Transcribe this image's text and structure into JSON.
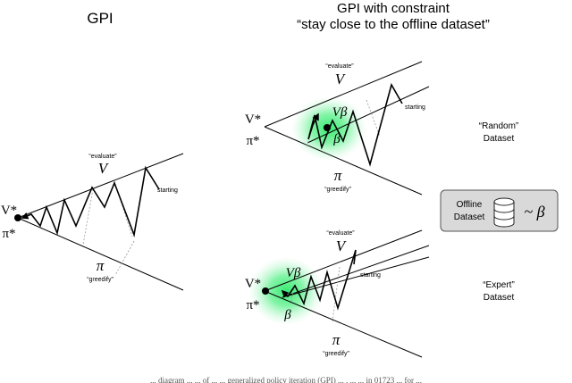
{
  "left_panel": {
    "title": "GPI",
    "v_star": "V*",
    "pi_star": "π*",
    "evaluate_label": "“evaluate”",
    "v_label": "V",
    "pi_label": "π",
    "greedify_label": "“greedify”",
    "starting_label": "starting"
  },
  "right_panel": {
    "title_line1": "GPI with constraint",
    "title_line2": "“stay close to the offline dataset”",
    "top": {
      "v_star": "V*",
      "pi_star": "π*",
      "evaluate_label": "“evaluate”",
      "v_label": "V",
      "v_beta_label": "Vβ",
      "beta_label": "β",
      "pi_label": "π",
      "greedify_label": "“greedify”",
      "starting_label": "starting",
      "dataset_title": "“Random”",
      "dataset_sub": "Dataset"
    },
    "bottom": {
      "v_star": "V*",
      "pi_star": "π*",
      "evaluate_label": "“evaluate”",
      "v_label": "V",
      "v_beta_label": "Vβ",
      "beta_label": "β",
      "pi_label": "π",
      "greedify_label": "“greedify”",
      "starting_label": "starting",
      "dataset_title": "“Expert”",
      "dataset_sub": "Dataset"
    }
  },
  "offline_box": {
    "line1": "Offline",
    "line2": "Dataset",
    "tilde_beta": "~ β"
  },
  "footer_text": "... diagram ... ... of ... ... generalized policy iteration (GPI) ... , ... ... in 01723 ... for ..."
}
